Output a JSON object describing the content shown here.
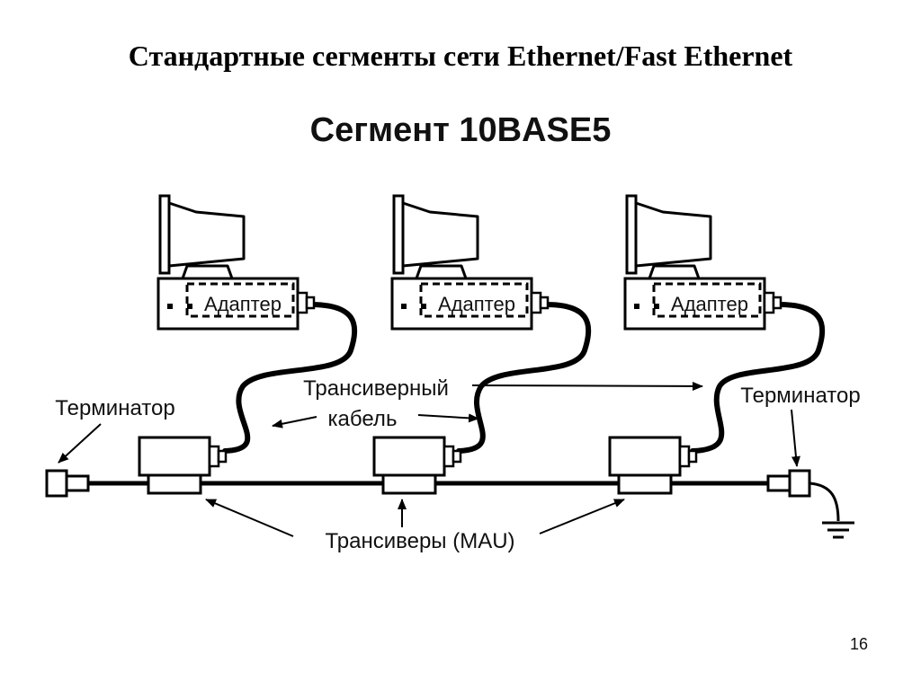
{
  "title": "Стандартные сегменты сети Ethernet/Fast Ethernet",
  "subtitle": "Сегмент 10BASE5",
  "page_number": "16",
  "labels": {
    "adapter": "Адаптер",
    "terminator": "Терминатор",
    "transceiver_cable_line1": "Трансиверный",
    "transceiver_cable_line2": "кабель",
    "transceivers": "Трансиверы (MAU)"
  }
}
